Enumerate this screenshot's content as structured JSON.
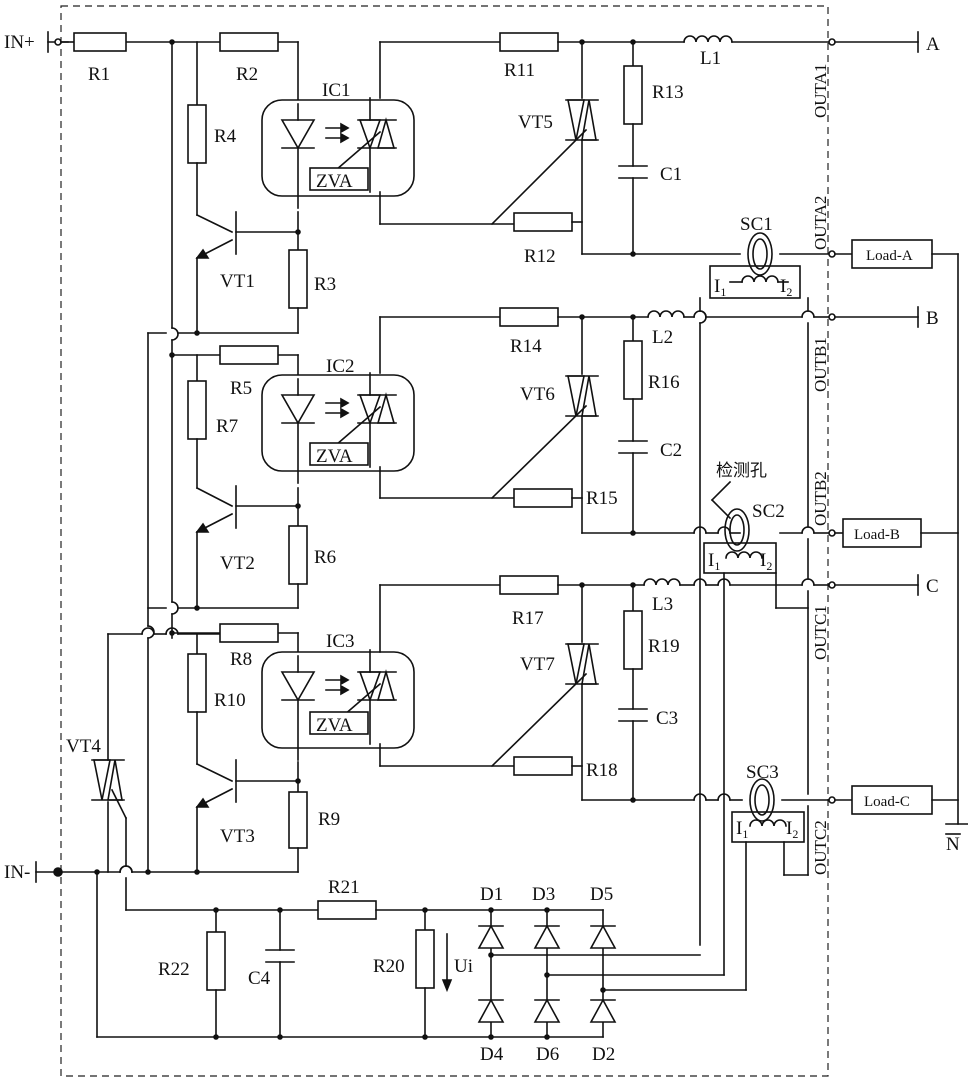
{
  "terminals": {
    "in_plus": "IN+",
    "in_minus": "IN-",
    "a": "A",
    "b": "B",
    "c": "C",
    "n": "N",
    "outa1": "OUTA1",
    "outa2": "OUTA2",
    "outb1": "OUTB1",
    "outb2": "OUTB2",
    "outc1": "OUTC1",
    "outc2": "OUTC2"
  },
  "components": {
    "r1": "R1",
    "r2": "R2",
    "r3": "R3",
    "r4": "R4",
    "r5": "R5",
    "r6": "R6",
    "r7": "R7",
    "r8": "R8",
    "r9": "R9",
    "r10": "R10",
    "r11": "R11",
    "r12": "R12",
    "r13": "R13",
    "r14": "R14",
    "r15": "R15",
    "r16": "R16",
    "r17": "R17",
    "r18": "R18",
    "r19": "R19",
    "r20": "R20",
    "r21": "R21",
    "r22": "R22",
    "c1": "C1",
    "c2": "C2",
    "c3": "C3",
    "c4": "C4",
    "l1": "L1",
    "l2": "L2",
    "l3": "L3",
    "ic1": "IC1",
    "ic2": "IC2",
    "ic3": "IC3",
    "zva": "ZVA",
    "vt1": "VT1",
    "vt2": "VT2",
    "vt3": "VT3",
    "vt4": "VT4",
    "vt5": "VT5",
    "vt6": "VT6",
    "vt7": "VT7",
    "sc1": "SC1",
    "sc2": "SC2",
    "sc3": "SC3",
    "d1": "D1",
    "d2": "D2",
    "d3": "D3",
    "d4": "D4",
    "d5": "D5",
    "d6": "D6",
    "i1": "I",
    "i2": "I",
    "sub1": "1",
    "sub2": "2",
    "ui": "Ui"
  },
  "loads": {
    "a": "Load-A",
    "b": "Load-B",
    "c": "Load-C"
  },
  "annotations": {
    "detection_hole": "检测孔"
  }
}
